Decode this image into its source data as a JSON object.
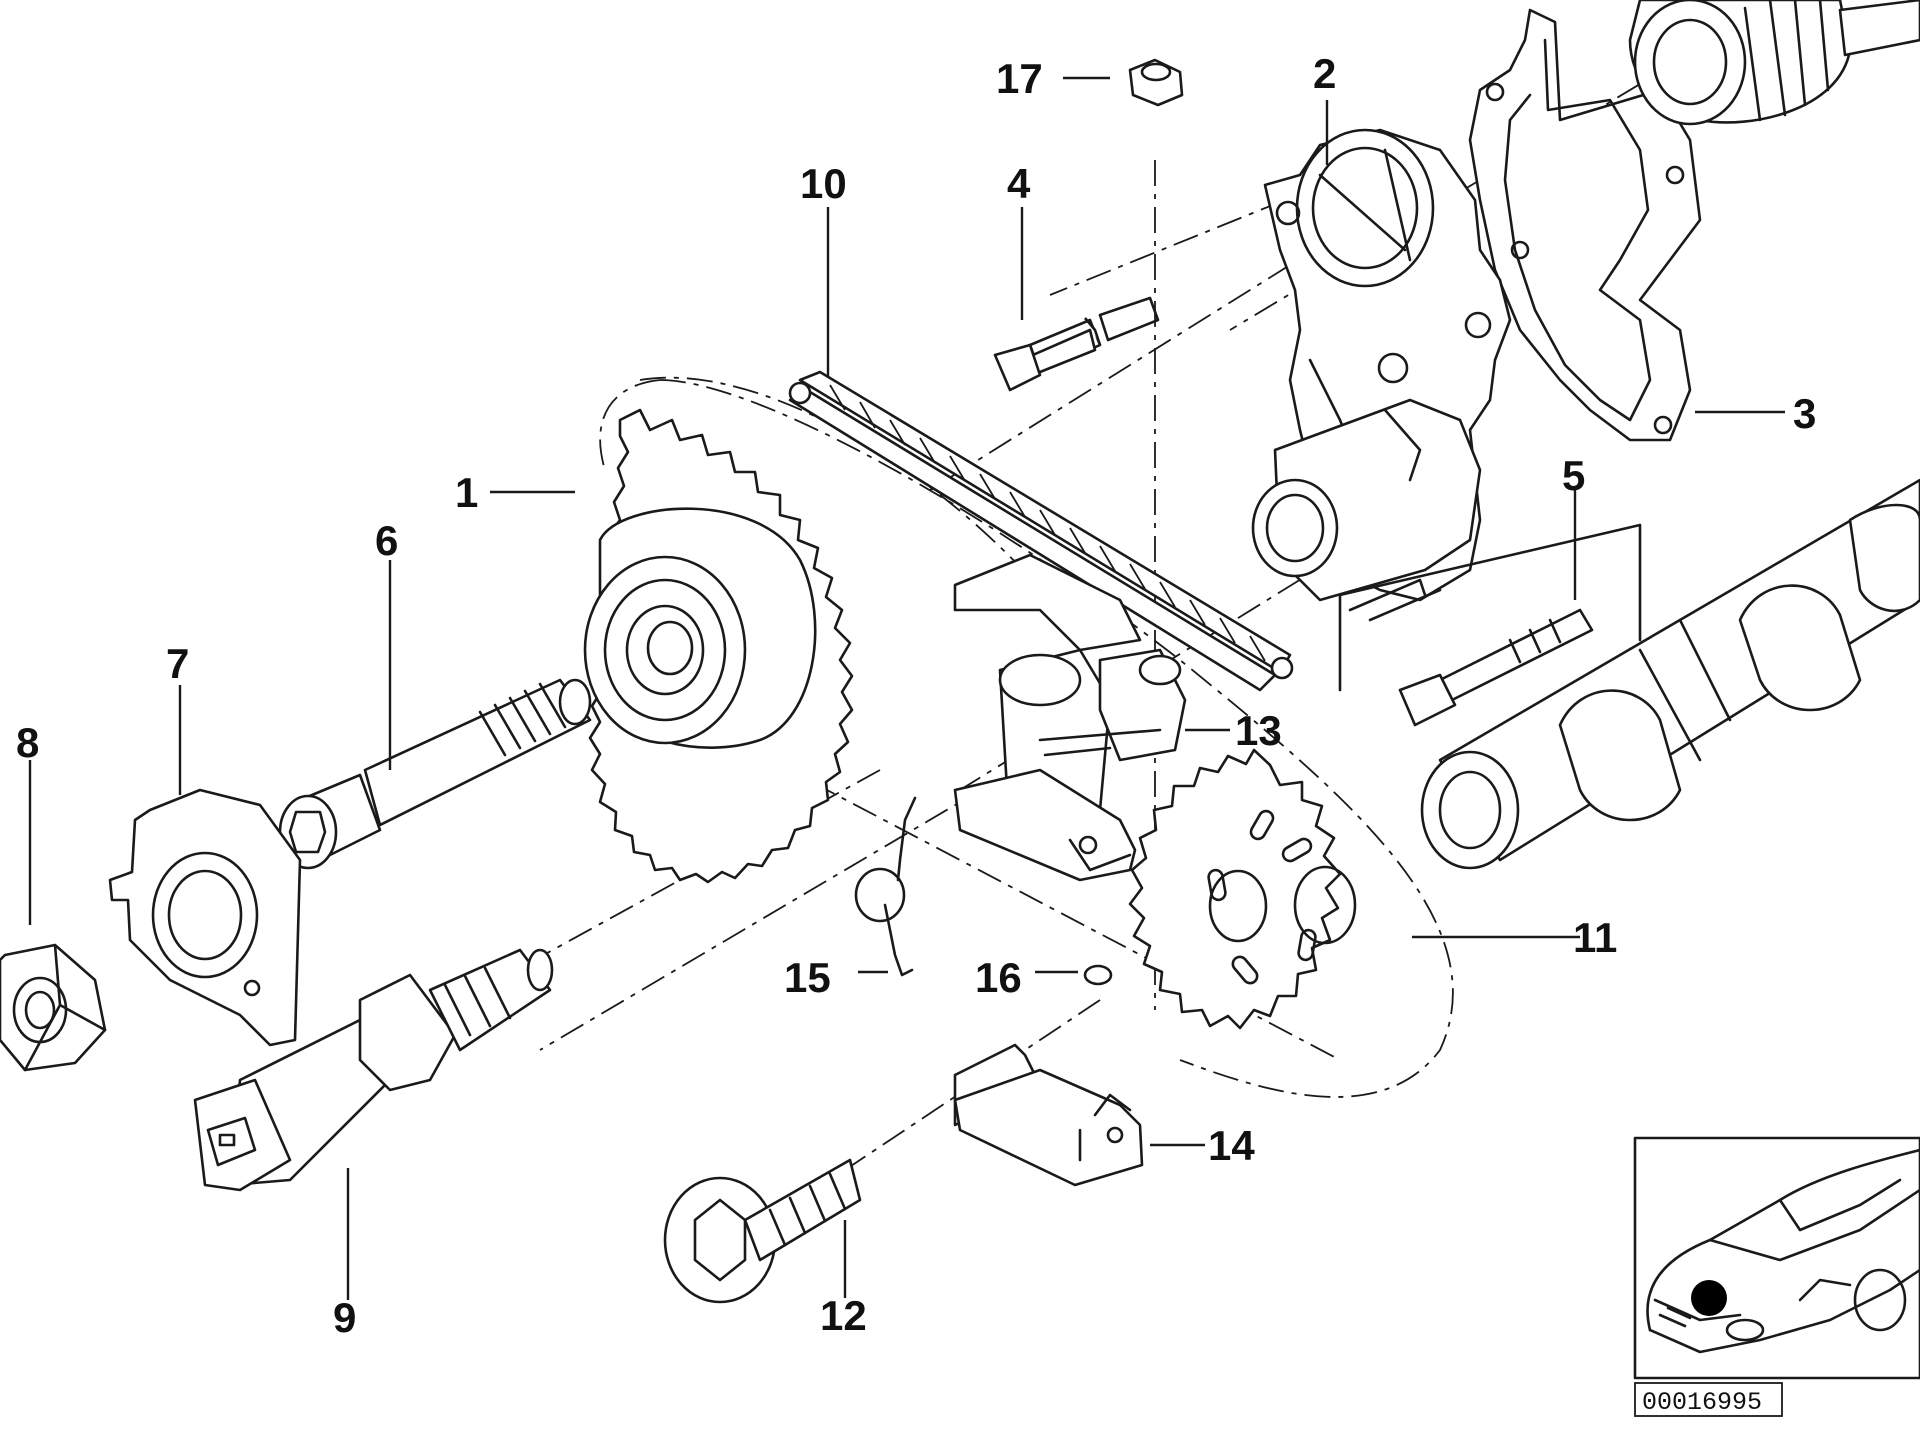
{
  "callouts": [
    {
      "id": "1",
      "label": "1"
    },
    {
      "id": "2",
      "label": "2"
    },
    {
      "id": "3",
      "label": "3"
    },
    {
      "id": "4",
      "label": "4"
    },
    {
      "id": "5",
      "label": "5"
    },
    {
      "id": "6",
      "label": "6"
    },
    {
      "id": "7",
      "label": "7"
    },
    {
      "id": "8",
      "label": "8"
    },
    {
      "id": "9",
      "label": "9"
    },
    {
      "id": "10",
      "label": "10"
    },
    {
      "id": "11",
      "label": "11"
    },
    {
      "id": "12",
      "label": "12"
    },
    {
      "id": "13",
      "label": "13"
    },
    {
      "id": "14",
      "label": "14"
    },
    {
      "id": "15",
      "label": "15"
    },
    {
      "id": "16",
      "label": "16"
    },
    {
      "id": "17",
      "label": "17"
    }
  ],
  "diagram_number": "00016995",
  "colors": {
    "ink": "#1a1a1a",
    "paper": "#ffffff",
    "locator_dot": "#000000"
  }
}
